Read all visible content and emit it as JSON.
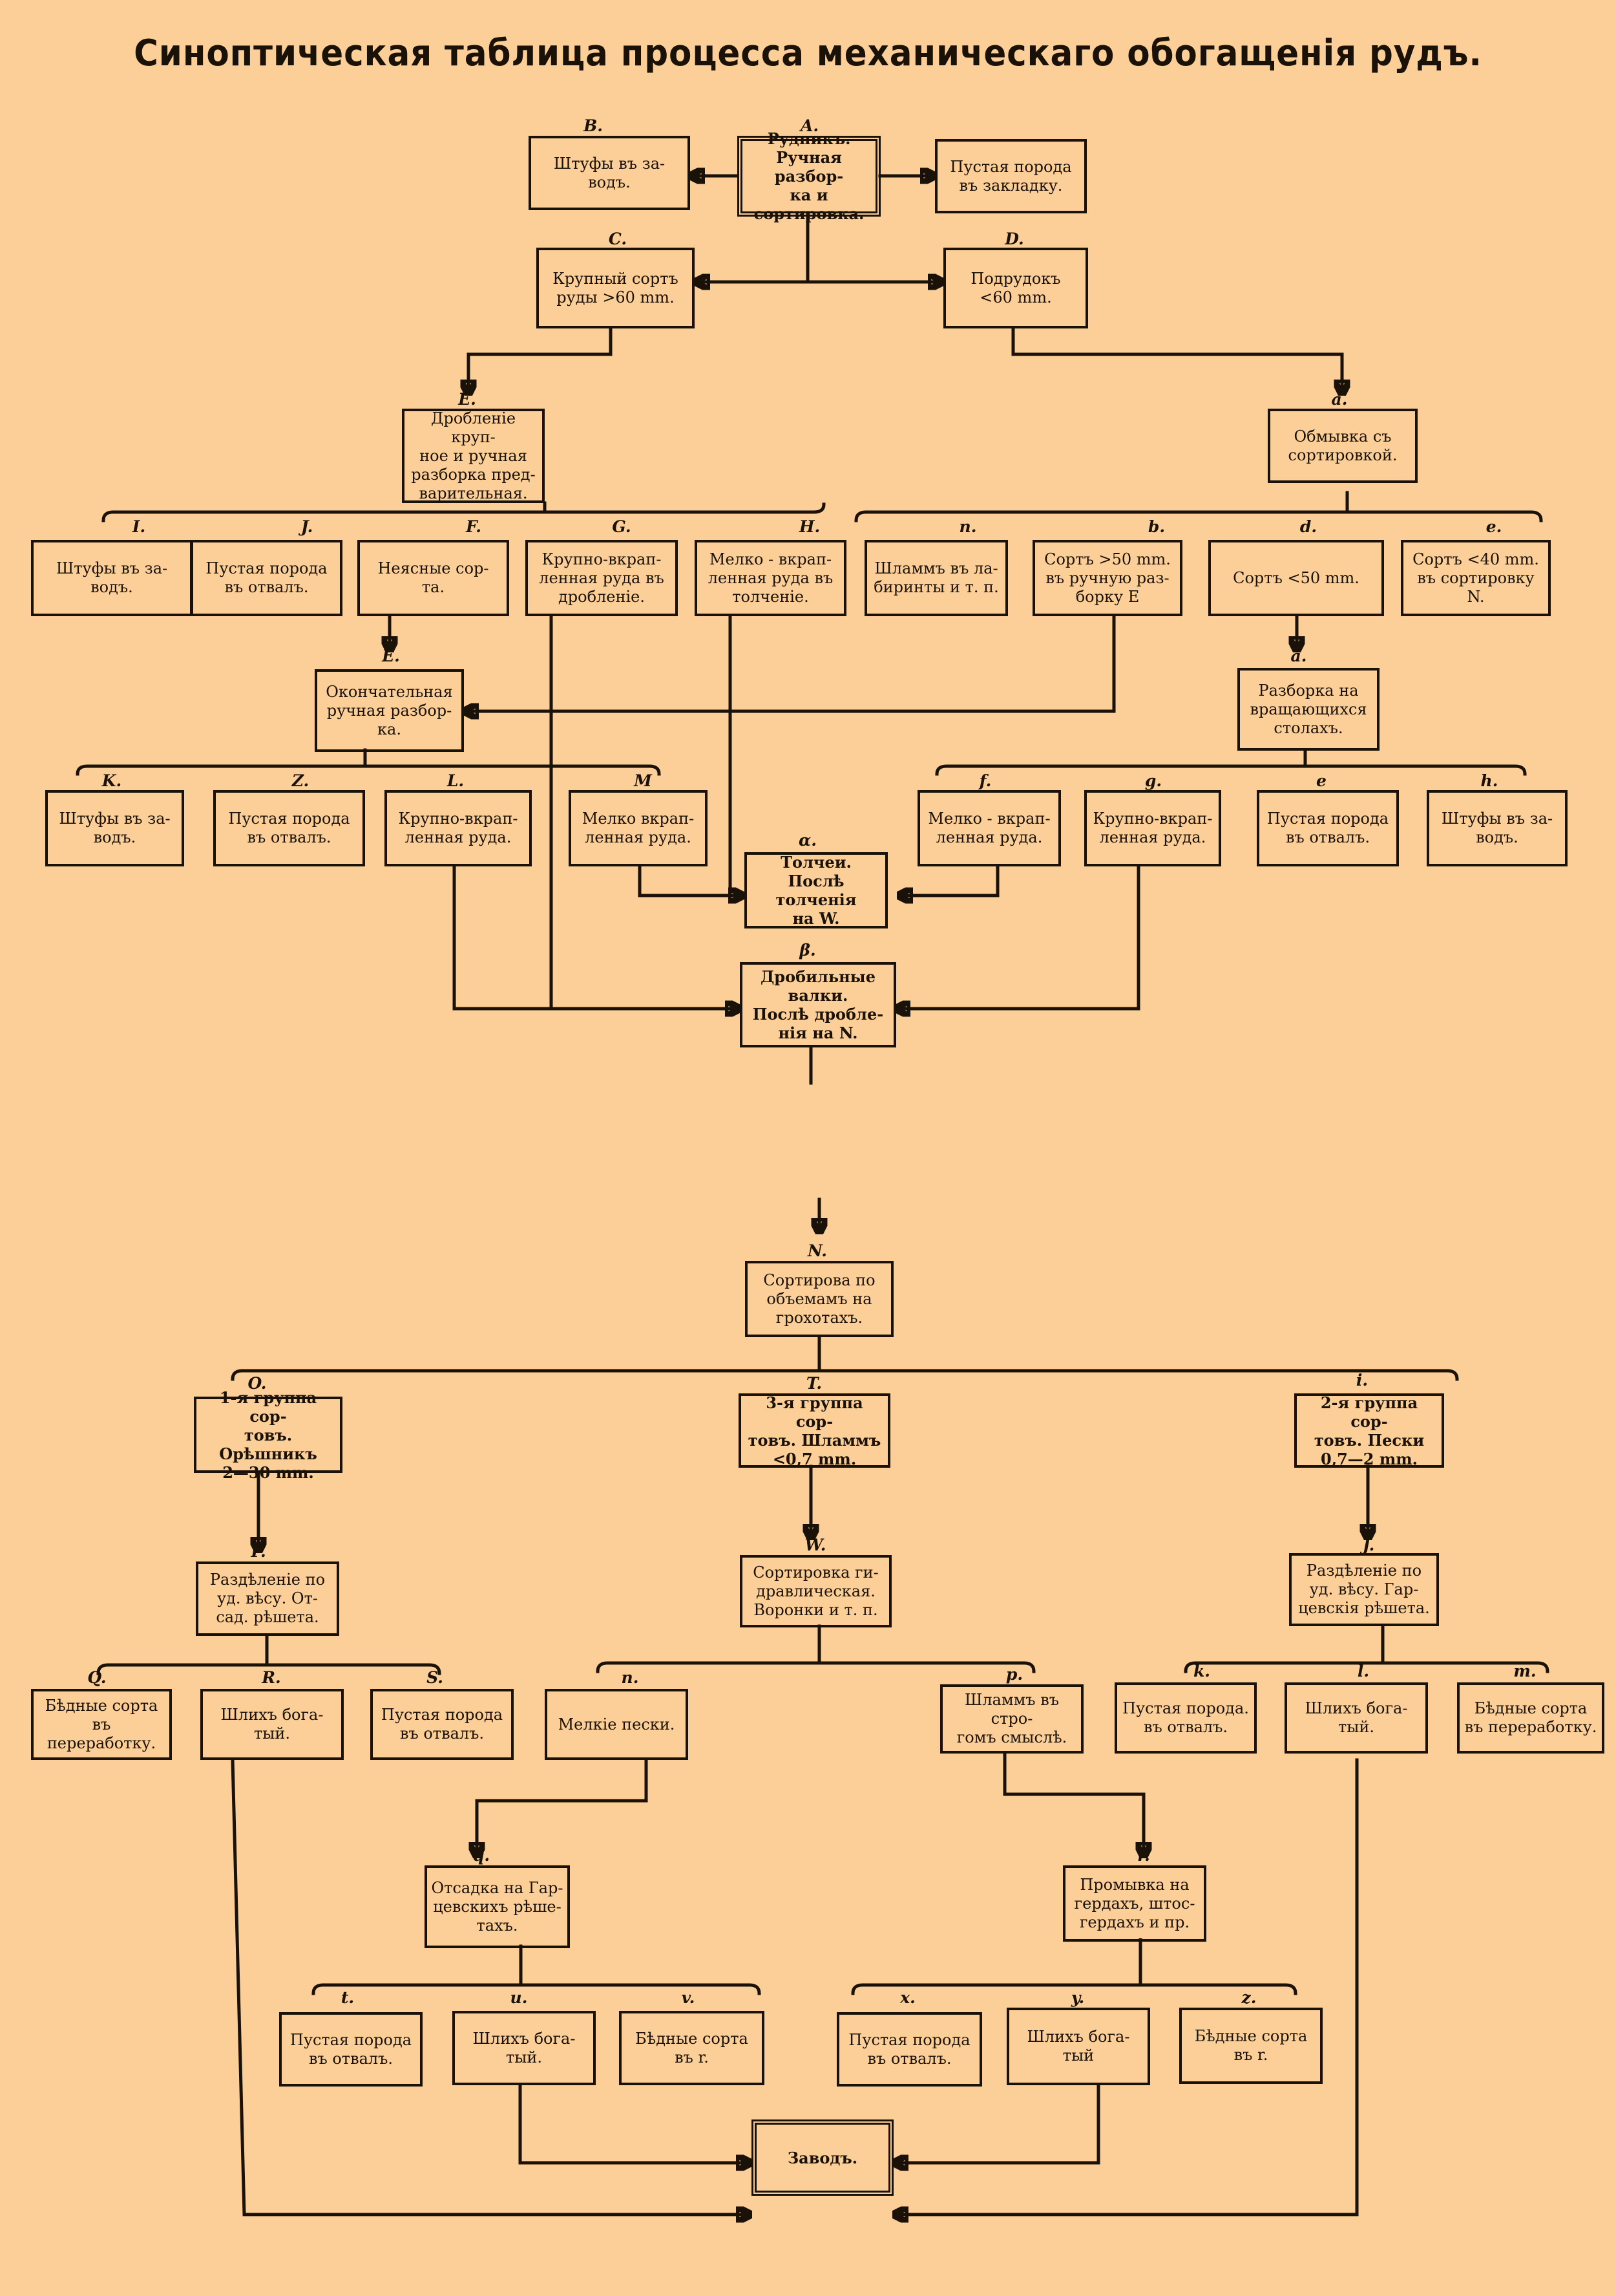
{
  "title": "Синоптическая таблица процесса механическаго обогащенія рудъ.",
  "nodes": {
    "A": {
      "label": "A.",
      "text": "Рудникъ.\nРучная разбор-\nка и сортировка."
    },
    "B": {
      "label": "B.",
      "text": "Штуфы въ за-\nводъ."
    },
    "Bright": {
      "label": "",
      "text": "Пустая порода\nвъ закладку."
    },
    "C": {
      "label": "C.",
      "text": "Крупный сортъ\nруды >60 mm."
    },
    "D": {
      "label": "D.",
      "text": "Подрудокъ\n<60 mm."
    },
    "E": {
      "label": "E.",
      "text": "Дробленіе круп-\nное и ручная\nразборка пред-\nварительная."
    },
    "a_top": {
      "label": "a.",
      "text": "Обмывка съ\nсортировкой."
    },
    "I": {
      "label": "I.",
      "text": "Штуфы въ за-\nводъ."
    },
    "J": {
      "label": "J.",
      "text": "Пустая порода\nвъ отвалъ."
    },
    "F": {
      "label": "F.",
      "text": "Неясные сор-\nта."
    },
    "G": {
      "label": "G.",
      "text": "Крупно-вкрап-\nленная руда въ\nдробленіе."
    },
    "H": {
      "label": "H.",
      "text": "Мелко - вкрап-\nленная руда въ\nтолченіе."
    },
    "n_top": {
      "label": "n.",
      "text": "Шламмъ въ ла-\nбиринты и т. п."
    },
    "b": {
      "label": "b.",
      "text": "Сортъ >50 mm.\nвъ ручную раз-\nборку E"
    },
    "d": {
      "label": "d.",
      "text": "Сортъ <50 mm."
    },
    "e_top": {
      "label": "e.",
      "text": "Сортъ <40 mm.\nвъ сортировку\nN."
    },
    "E2": {
      "label": "E.",
      "text": "Окончательная\nручная разбор-\nка."
    },
    "a_mid": {
      "label": "a.",
      "text": "Разборка на\nвращающихся\nстолахъ."
    },
    "K": {
      "label": "K.",
      "text": "Штуфы въ за-\nводъ."
    },
    "Z": {
      "label": "Z.",
      "text": "Пустая порода\nвъ отвалъ."
    },
    "L": {
      "label": "L.",
      "text": "Крупно-вкрап-\nленная руда."
    },
    "M": {
      "label": "M",
      "text": "Мелко вкрап-\nленная руда."
    },
    "f": {
      "label": "f.",
      "text": "Мелко - вкрап-\nленная руда."
    },
    "g": {
      "label": "g.",
      "text": "Крупно-вкрап-\nленная руда."
    },
    "e_mid": {
      "label": "e",
      "text": "Пустая порода\nвъ отвалъ."
    },
    "h": {
      "label": "h.",
      "text": "Штуфы въ за-\nводъ."
    },
    "alpha": {
      "label": "α.",
      "text": "Толчеи.\nПослѣ толченія\nна W."
    },
    "beta": {
      "label": "β.",
      "text": "Дробильные\nвалки.\nПослѣ дробле-\nнія на N."
    },
    "N": {
      "label": "N.",
      "text": "Сортирова по\nобъемамъ на\nгрохотахъ."
    },
    "O": {
      "label": "O.",
      "text": "1-я группа сор-\nтовъ. Орѣшникъ\n2—30 mm."
    },
    "T": {
      "label": "T.",
      "text": "3-я группа сор-\nтовъ. Шламмъ\n<0,7 mm."
    },
    "i": {
      "label": "i.",
      "text": "2-я группа сор-\nтовъ. Пески\n0,7—2 mm."
    },
    "P": {
      "label": "P.",
      "text": "Раздѣленіе по\nуд. вѣсу. От-\nсад. рѣшета."
    },
    "W": {
      "label": "W.",
      "text": "Сортировка ги-\nдравлическая.\nВоронки и т. п."
    },
    "J2": {
      "label": "J.",
      "text": "Раздѣленіе по\nуд. вѣсу. Гар-\nцевскія рѣшета."
    },
    "Q": {
      "label": "Q.",
      "text": "Бѣдные сорта\nвъ переработку."
    },
    "R": {
      "label": "R.",
      "text": "Шлихъ бога-\nтый."
    },
    "S": {
      "label": "S.",
      "text": "Пустая порода\nвъ отвалъ."
    },
    "n_bot": {
      "label": "n.",
      "text": "Мелкіе пески."
    },
    "p": {
      "label": "p.",
      "text": "Шламмъ въ стро-\nгомъ смыслѣ."
    },
    "k": {
      "label": "k.",
      "text": "Пустая порода.\nвъ отвалъ."
    },
    "l": {
      "label": "l.",
      "text": "Шлихъ бога-\nтый."
    },
    "m": {
      "label": "m.",
      "text": "Бѣдные сорта\nвъ переработку."
    },
    "q": {
      "label": "q.",
      "text": "Отсадка на Гар-\nцевскихъ рѣше-\nтахъ."
    },
    "r": {
      "label": "r.",
      "text": "Промывка на\nгердахъ, штос-\nгердахъ и пр."
    },
    "t": {
      "label": "t.",
      "text": "Пустая порода\nвъ отвалъ."
    },
    "u": {
      "label": "u.",
      "text": "Шлихъ бога-\nтый."
    },
    "v": {
      "label": "v.",
      "text": "Бѣдные сорта\nвъ r."
    },
    "x": {
      "label": "x.",
      "text": "Пустая порода\nвъ отвалъ."
    },
    "y": {
      "label": "y.",
      "text": "Шлихъ бога-\nтый"
    },
    "z": {
      "label": "z.",
      "text": "Бѣдные сорта\nвъ r."
    },
    "zavod": {
      "label": "",
      "text": "Заводъ."
    }
  }
}
